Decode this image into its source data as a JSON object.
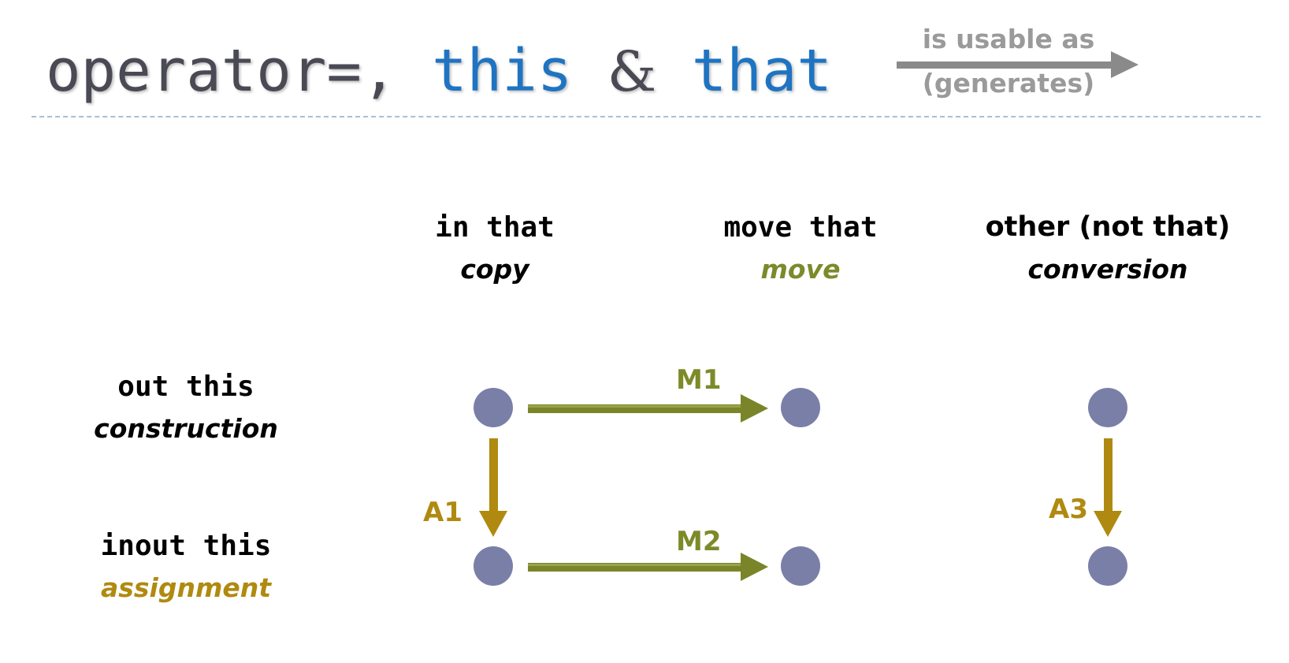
{
  "title": {
    "part1": "operator=,",
    "part2": "this",
    "part3": "&",
    "part4": "that"
  },
  "legend": {
    "line1": "is usable as",
    "line2": "(generates)",
    "arrow_color": "#8a8a8a"
  },
  "columns": [
    {
      "code": "in that",
      "sub": "copy",
      "sub_color": "#000000"
    },
    {
      "code": "move that",
      "sub": "move",
      "sub_color": "#7d8a2a"
    },
    {
      "code": "other (not that)",
      "sub": "conversion",
      "sub_color": "#000000"
    }
  ],
  "rows": [
    {
      "code": "out this",
      "sub": "construction",
      "sub_color": "#000000"
    },
    {
      "code": "inout this",
      "sub": "assignment",
      "sub_color": "#b08a10"
    }
  ],
  "edges": {
    "m1": {
      "label": "M1",
      "color": "#7d8a2a"
    },
    "m2": {
      "label": "M2",
      "color": "#7d8a2a"
    },
    "a1": {
      "label": "A1",
      "color": "#b08a10"
    },
    "a3": {
      "label": "A3",
      "color": "#b08a10"
    }
  },
  "colors": {
    "node": "#7a7fa8",
    "title_dark": "#4a4a55",
    "title_blue": "#1f74c2",
    "divider": "#a8bfd6"
  }
}
